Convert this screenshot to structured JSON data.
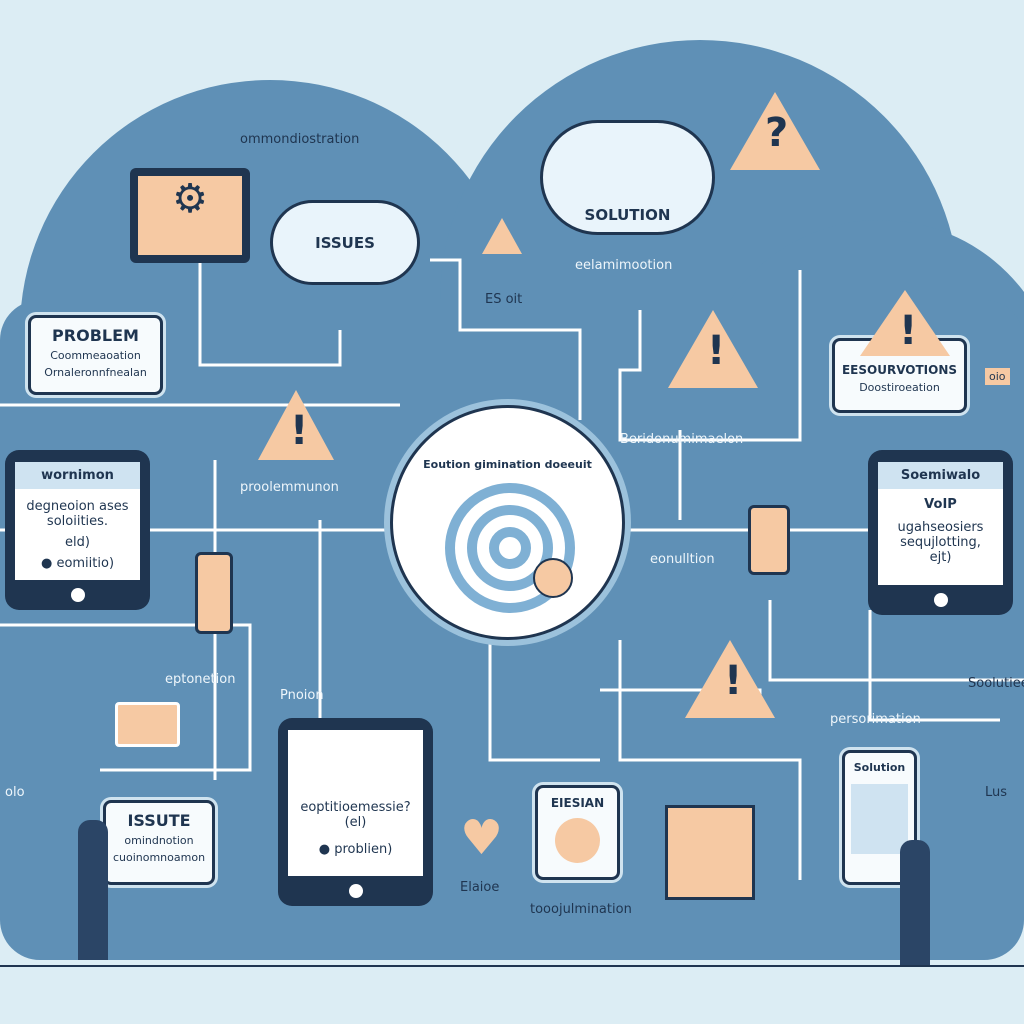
{
  "colors": {
    "background": "#dcedf4",
    "cloud": "#5f90b6",
    "accent": "#f6c9a3",
    "navy": "#1f3550",
    "lines": "#ffffff"
  },
  "labels": {
    "top_caption": "ommondiostration",
    "issues_cloud": "ISSUES",
    "solution_cloud": "SOLUTION",
    "solution_caption": "eelamimootion",
    "es_oit": "ES oit",
    "problem_caption": "proolemmunon",
    "right_caption": "Beridonumimaelon",
    "center_title": "Eoution gimination doeeuit",
    "solution_caption2": "eonulltion",
    "option_caption": "eptonetion",
    "proion": "Pnoion",
    "persorimation": "persorimation",
    "soolutieeno": "Soolutieeno",
    "bottom_caption": "tooojulmination",
    "elaioe": "Elaioe",
    "lus": "Lus",
    "olo": "olo",
    "oio_badge": "oio"
  },
  "problem_card": {
    "title": "PROBLEM",
    "line1": "Coommeaoation",
    "line2": "Ornaleronnfnealan"
  },
  "resources_card": {
    "title": "EESOURVOTIONS",
    "subtitle": "Doostiroeation"
  },
  "left_tablet": {
    "header": "wornimon",
    "line1": "degneoion ases",
    "line2": "soloiities.",
    "line3": "eld)",
    "line4": "● eomiitio)"
  },
  "right_tablet": {
    "header": "Soemiwalo",
    "title": "VoIP",
    "line1": "ugahseosiers",
    "line2": "sequjlotting,",
    "line3": "ejt)"
  },
  "bottom_tablet": {
    "line1": "eoptitioemessie?",
    "line2": "(el)",
    "line3": "● problien)"
  },
  "eiesian_box": {
    "title": "EIESIAN"
  },
  "issue_board": {
    "title": "ISSUTE",
    "line1": "omindnotion",
    "line2": "cuoinomnoamon"
  },
  "solution_phone": {
    "title": "Solution"
  }
}
